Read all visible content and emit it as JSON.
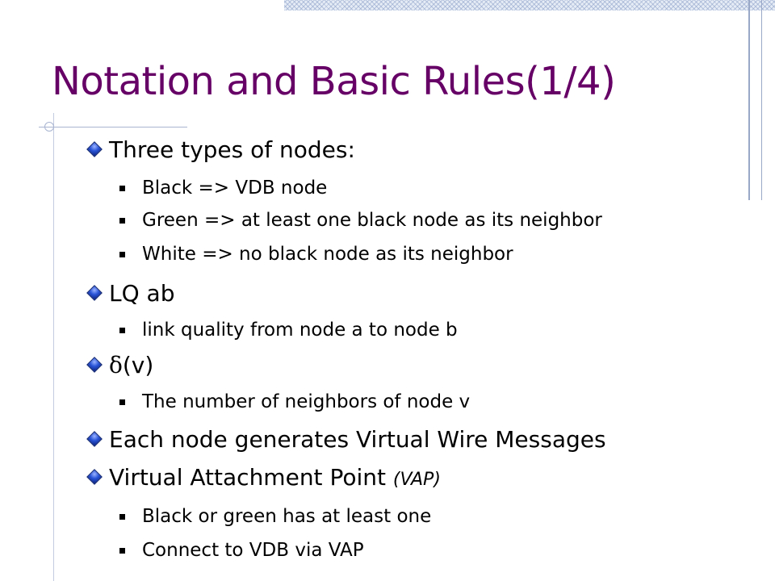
{
  "slide": {
    "title": "Notation and Basic Rules(1/4)",
    "items": [
      {
        "level": 1,
        "text": "Three types of nodes:"
      },
      {
        "level": 2,
        "text": "Black => VDB node"
      },
      {
        "level": 2,
        "text": "Green => at least one black node as its neighbor"
      },
      {
        "level": 2,
        "text": "White => no black node as its neighbor"
      },
      {
        "level": 1,
        "text": "LQ ab"
      },
      {
        "level": 2,
        "text": "link quality from node a to node b"
      },
      {
        "level": 1,
        "symbol": "δ",
        "text": "(v)"
      },
      {
        "level": 2,
        "text": "The number of neighbors of node v"
      },
      {
        "level": 1,
        "text": "Each node generates Virtual Wire Messages"
      },
      {
        "level": 1,
        "text": "Virtual Attachment Point ",
        "note": "(VAP)"
      },
      {
        "level": 2,
        "text": "Black or green has at least one"
      },
      {
        "level": 2,
        "text": "Connect to VDB via VAP"
      }
    ]
  },
  "colors": {
    "title": "#660066",
    "body_text": "#000000",
    "bullet_diamond": "#2a55d8",
    "frame_lines": "#9aa8c8"
  },
  "icons": {
    "level1_bullet": "diamond-bullet-icon",
    "level2_bullet": "square-bullet-icon"
  }
}
